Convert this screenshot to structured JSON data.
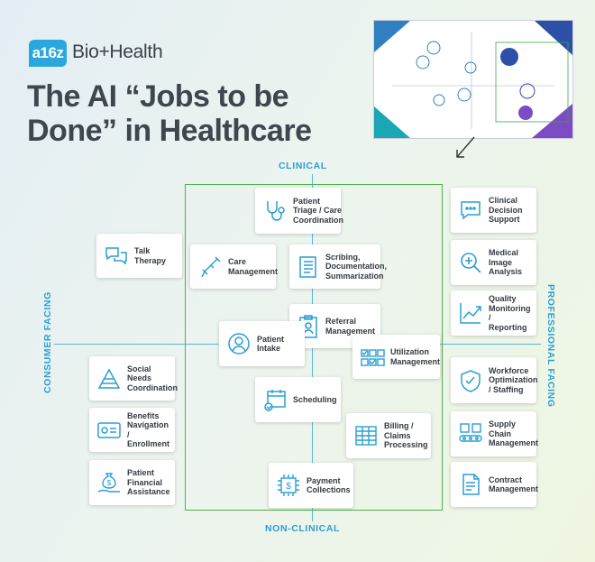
{
  "brand": {
    "logo_mark": "a16z",
    "logo_text": "Bio+Health",
    "color": "#2aa8de"
  },
  "title": {
    "line1": "The AI “Jobs to be",
    "line2": "Done” in Healthcare"
  },
  "axes": {
    "top": "CLINICAL",
    "bottom": "NON-CLINICAL",
    "left": "CONSUMER FACING",
    "right": "PROFESSIONAL FACING",
    "color": "#2b9ed4"
  },
  "box_color": "#4bb34a",
  "cards": {
    "talk_therapy": "Talk Therapy",
    "patient_triage": "Patient Triage / Care Coordination",
    "care_management": "Care Management",
    "scribing": "Scribing, Documentation, Summarization",
    "referral_management": "Referral Management",
    "patient_intake": "Patient Intake",
    "utilization_management": "Utilization Management",
    "scheduling": "Scheduling",
    "billing": "Billing / Claims Processing",
    "payment_collections": "Payment Collections",
    "social_needs": "Social Needs Coordination",
    "benefits_navigation": "Benefits Navigation / Enrollment",
    "patient_financial": "Patient Financial Assistance",
    "clinical_decision": "Clinical Decision Support",
    "medical_image": "Medical Image Analysis",
    "quality_monitoring": "Quality Monitoring / Reporting",
    "workforce": "Workforce Optimization / Staffing",
    "supply_chain": "Supply Chain Management",
    "contract_management": "Contract Management"
  },
  "icons": {
    "talk_therapy": "speech-bubbles-icon",
    "patient_triage": "stethoscope-icon",
    "care_management": "crutch-icon",
    "scribing": "document-lines-icon",
    "referral_management": "clipboard-icon",
    "patient_intake": "person-circle-icon",
    "utilization_management": "checklist-grid-icon",
    "scheduling": "calendar-check-icon",
    "billing": "spreadsheet-icon",
    "payment_collections": "chip-dollar-icon",
    "social_needs": "pyramid-icon",
    "benefits_navigation": "id-card-icon",
    "patient_financial": "hand-money-bag-icon",
    "clinical_decision": "chat-dots-icon",
    "medical_image": "magnify-plus-icon",
    "quality_monitoring": "line-chart-icon",
    "workforce": "shield-check-icon",
    "supply_chain": "conveyor-boxes-icon",
    "contract_management": "contract-document-icon"
  }
}
